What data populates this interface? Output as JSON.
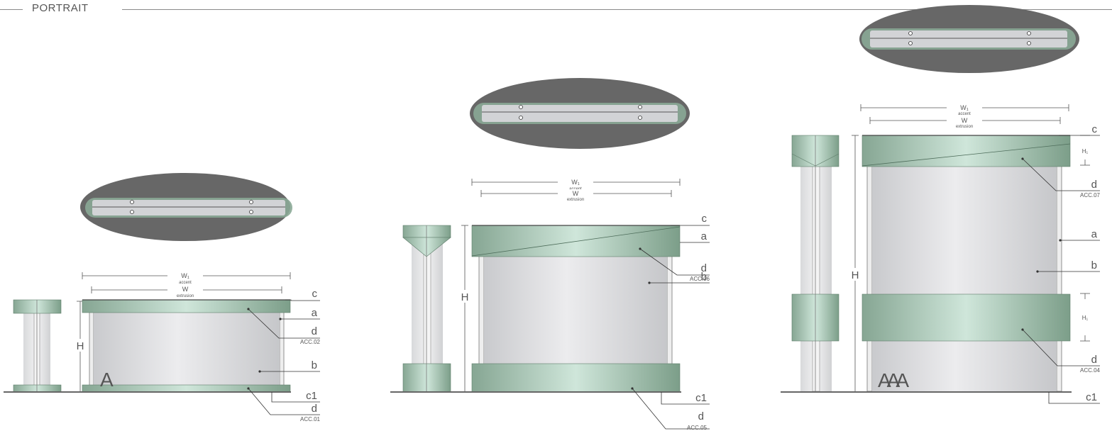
{
  "header": {
    "title": "PORTRAIT"
  },
  "colors": {
    "ellipse_outer": "#676767",
    "ellipse_inner_edge": "#7f9c8c",
    "panel": "#d0d1d4",
    "accent_band_light": "#cfe6da",
    "accent_band_dark": "#7c9e89",
    "leader": "#333333"
  },
  "dims": {
    "w1": "W₁",
    "w1_sub": "accent",
    "w": "W",
    "w_sub": "extrusion",
    "h": "H",
    "h1": "H₁"
  },
  "signs": [
    {
      "id": "A",
      "letter": "A",
      "labels": {
        "c": "c",
        "a": "a",
        "d_top": "d",
        "acc_top": "ACC.02",
        "b": "b",
        "c1": "c1",
        "d_bottom": "d",
        "acc_bottom": "ACC.01"
      }
    },
    {
      "id": "AA",
      "letter": "",
      "labels": {
        "c": "c",
        "a": "a",
        "d_top": "d",
        "acc_top": "ACC.06",
        "b": "b",
        "c1": "c1",
        "d_bottom": "d",
        "acc_bottom": "ACC.05"
      }
    },
    {
      "id": "AAA",
      "letter": "AAA",
      "labels": {
        "c": "c",
        "d_top": "d",
        "acc_top": "ACC.07",
        "a": "a",
        "b": "b",
        "d_bottom": "d",
        "acc_bottom": "ACC.04",
        "c1": "c1"
      }
    }
  ]
}
